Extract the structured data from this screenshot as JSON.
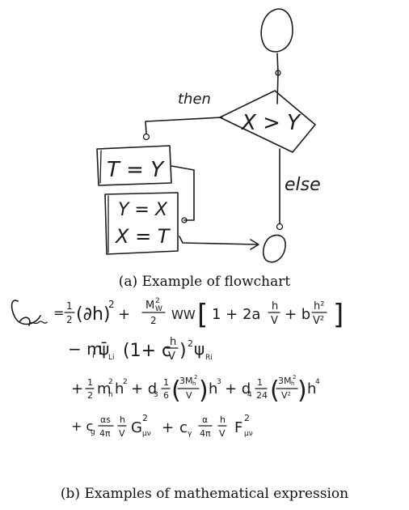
{
  "figure_a": {
    "caption": "(a) Example of flowchart",
    "then_label": "then",
    "else_label": "else",
    "decision": "X > Y",
    "box1": "T = Y",
    "box2_line1": "Y = X",
    "box2_line2": "X = T"
  },
  "figure_b": {
    "caption": "(b) Examples of mathematical expression"
  }
}
